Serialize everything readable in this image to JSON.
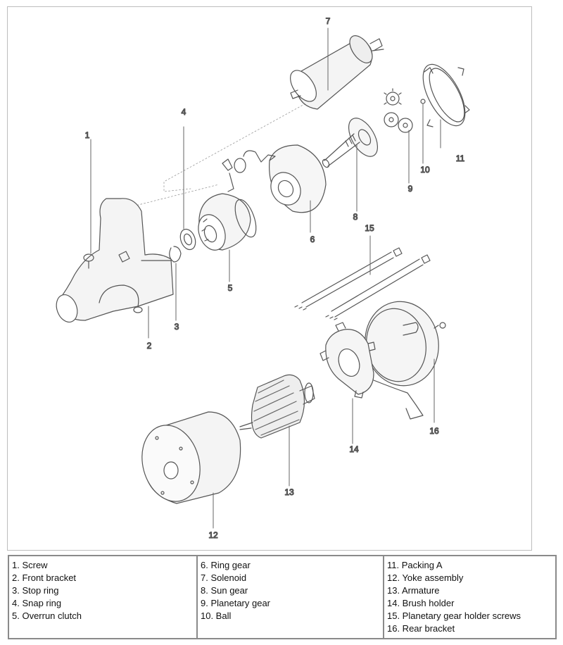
{
  "callouts": {
    "c1": "1",
    "c2": "2",
    "c3": "3",
    "c4": "4",
    "c5": "5",
    "c6": "6",
    "c7": "7",
    "c8": "8",
    "c9": "9",
    "c10": "10",
    "c11": "11",
    "c12": "12",
    "c13": "13",
    "c14": "14",
    "c15": "15",
    "c16": "16"
  },
  "legend": {
    "col1": [
      "1. Screw",
      "2. Front bracket",
      "3. Stop ring",
      "4. Snap ring",
      "5. Overrun clutch"
    ],
    "col2": [
      "6. Ring gear",
      "7. Solenoid",
      "8. Sun gear",
      "9. Planetary gear",
      "10. Ball"
    ],
    "col3": [
      "11. Packing A",
      "12. Yoke assembly",
      "13. Armature",
      "14. Brush holder",
      "15. Planetary gear holder screws",
      "16. Rear bracket"
    ]
  }
}
